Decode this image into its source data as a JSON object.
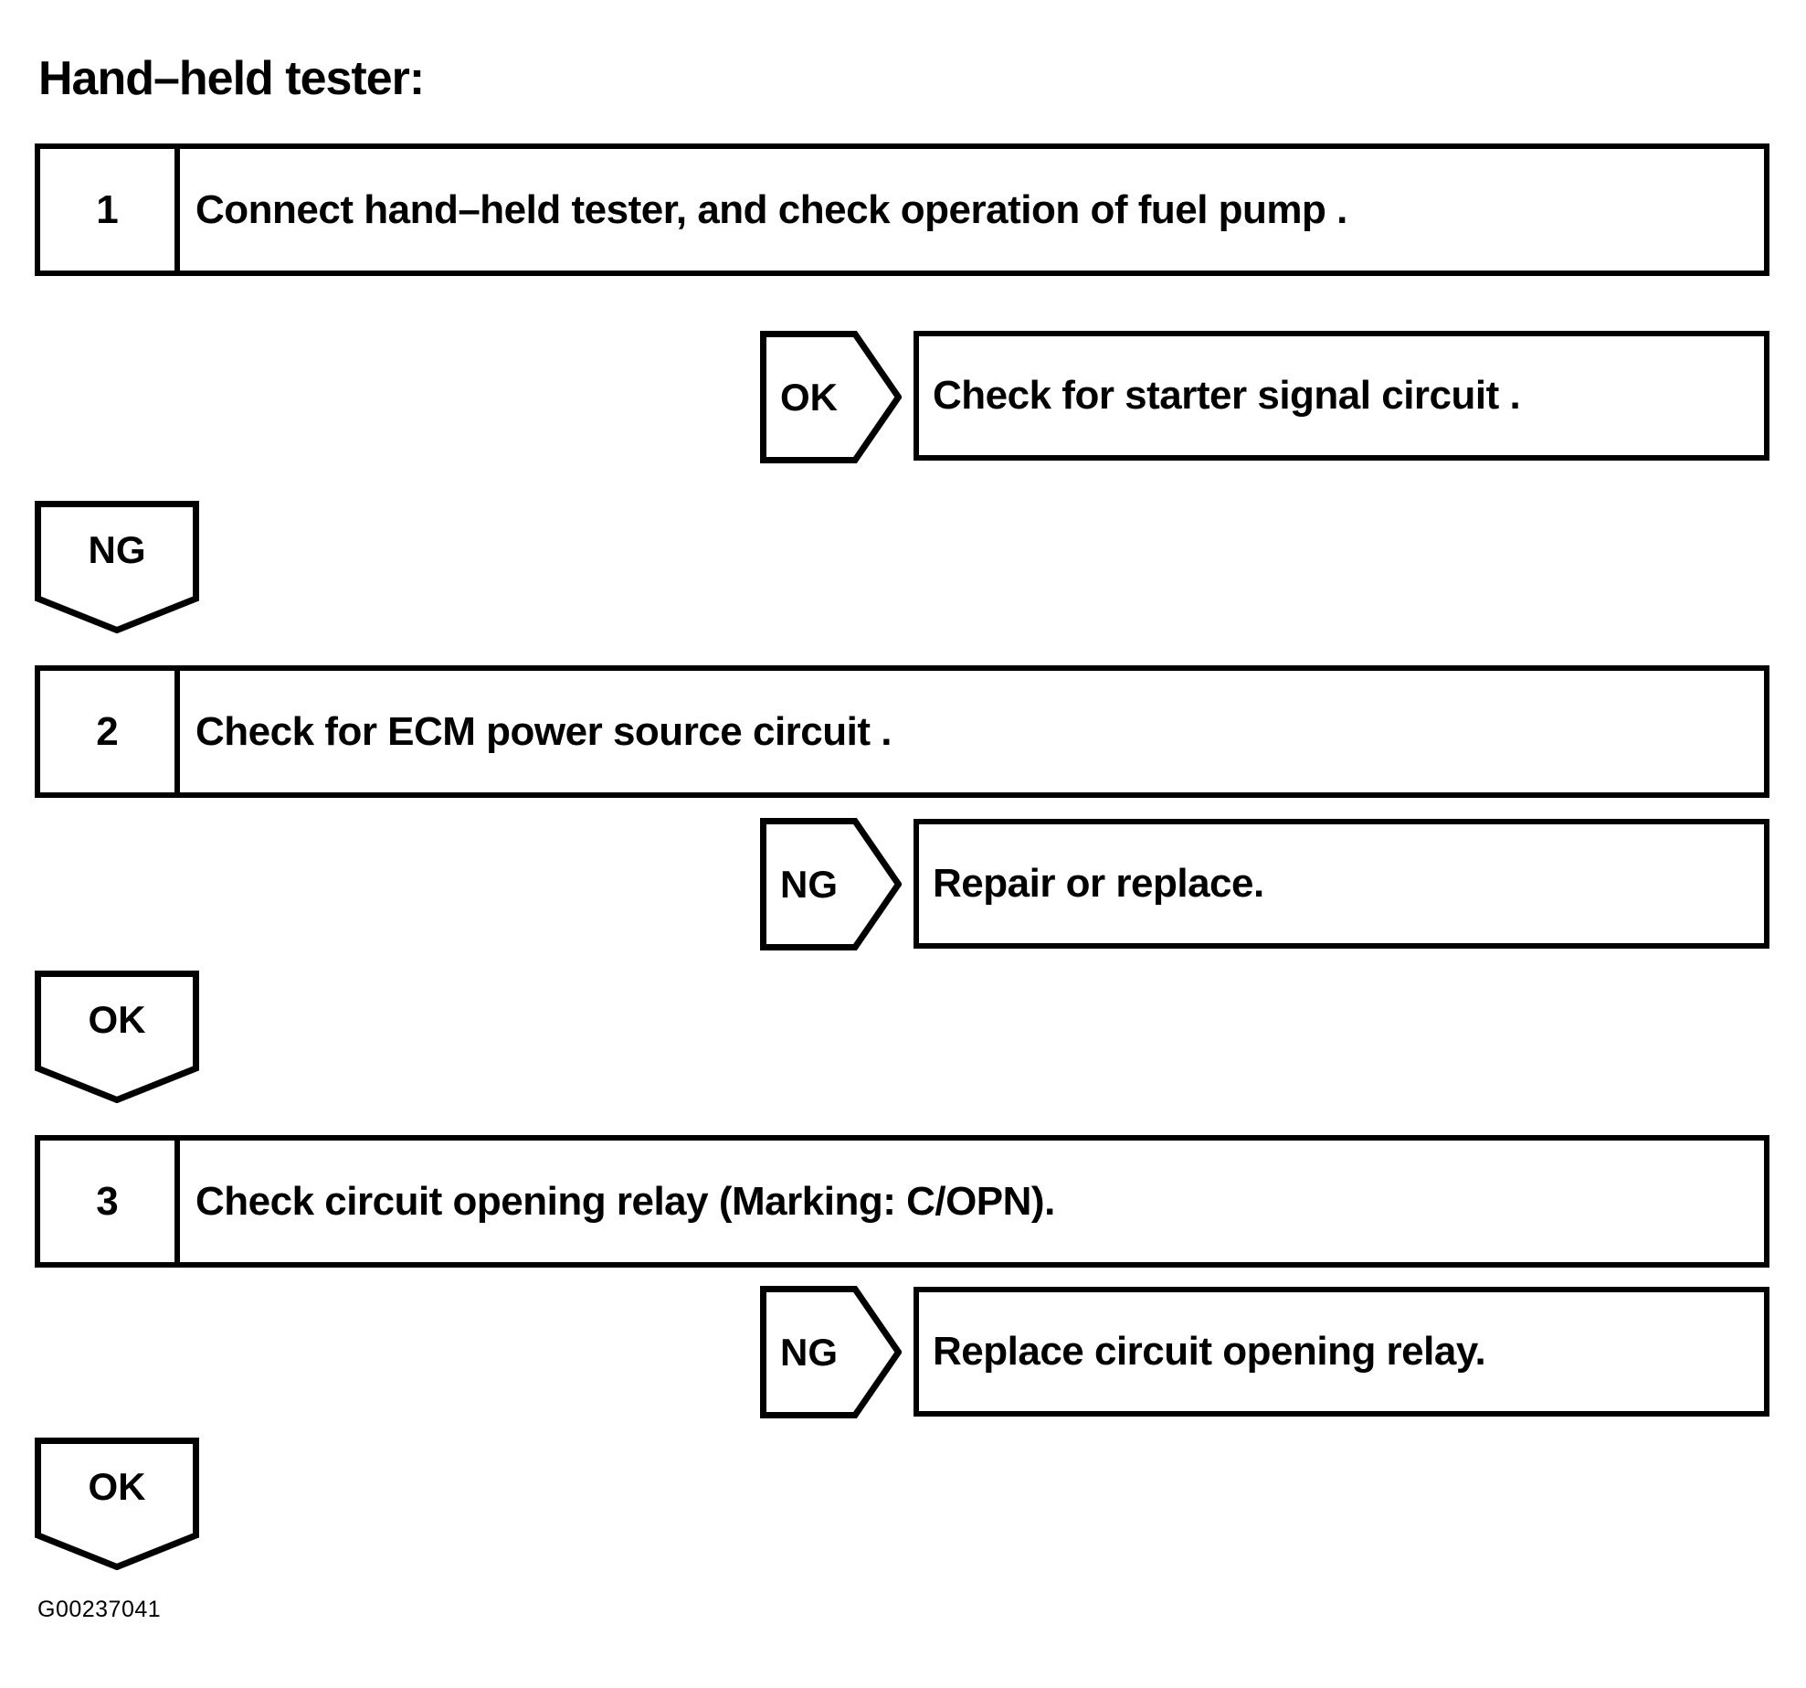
{
  "title": "Hand–held tester:",
  "steps": [
    {
      "number": "1",
      "text": "Connect hand–held tester, and check operation of fuel pump ."
    },
    {
      "number": "2",
      "text": "Check for ECM power source circuit ."
    },
    {
      "number": "3",
      "text": "Check circuit opening relay (Marking: C/OPN)."
    }
  ],
  "branches": [
    {
      "label": "OK",
      "result": "Check for starter signal circuit ."
    },
    {
      "label": "NG",
      "result": "Repair or replace."
    },
    {
      "label": "NG",
      "result": "Replace circuit opening relay."
    }
  ],
  "connectors": [
    {
      "label": "NG"
    },
    {
      "label": "OK"
    },
    {
      "label": "OK"
    }
  ],
  "figure_id": "G00237041",
  "colors": {
    "ink": "#000000",
    "background": "#ffffff"
  }
}
